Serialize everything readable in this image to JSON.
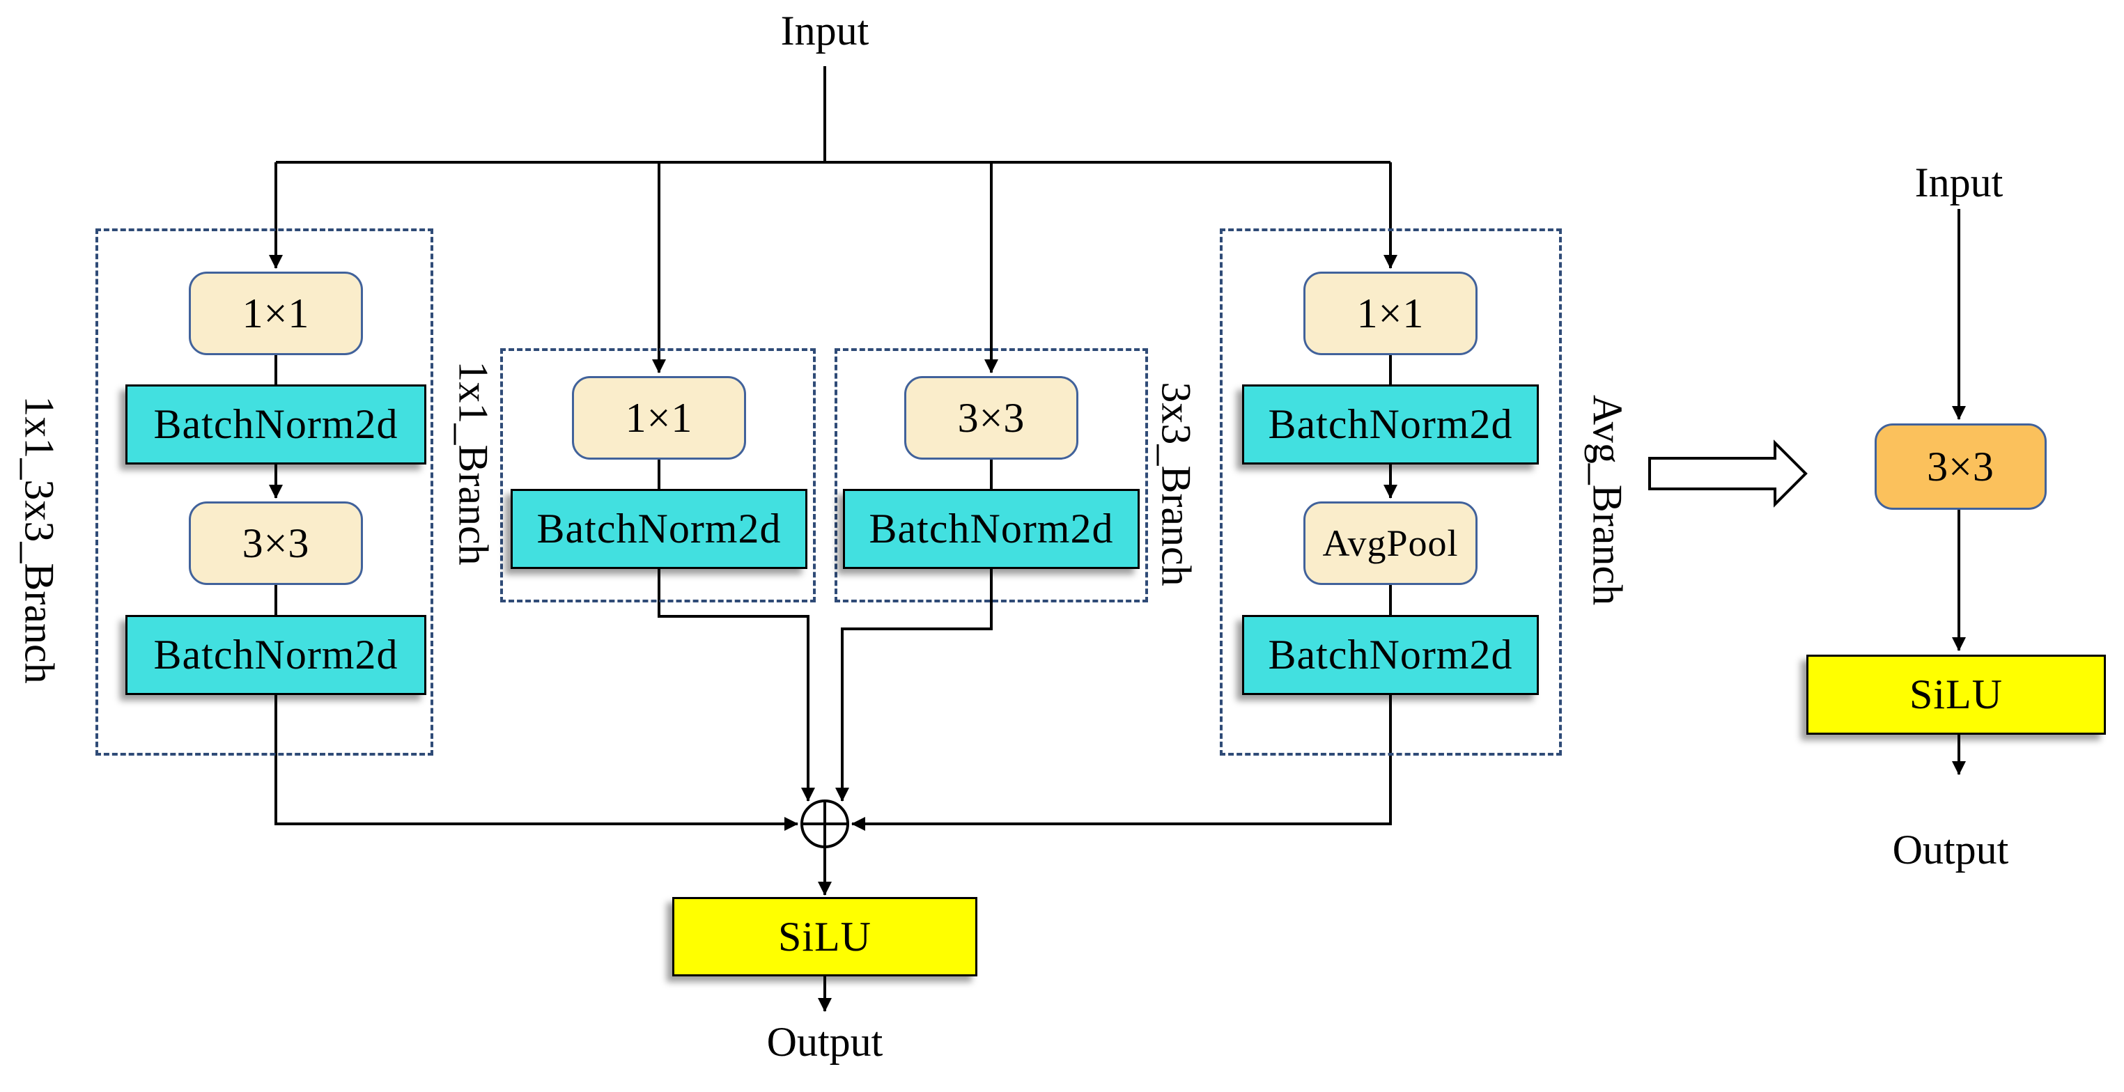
{
  "colors": {
    "background": "#FFFFFF",
    "cream": "#FAEDCB",
    "cyan": "#42E0E0",
    "yellow": "#FFFF00",
    "orange": "#FBC15C",
    "edge_blue": "#41629B",
    "dash_blue": "#2F4B77",
    "line": "#000000"
  },
  "multi_branch": {
    "input_label": "Input",
    "output_label": "Output",
    "merge_silu_label": "SiLU",
    "merge_icon": "circle-plus",
    "branches": [
      {
        "name": "1x1_3x3_Branch",
        "blocks": [
          "1×1",
          "BatchNorm2d",
          "3×3",
          "BatchNorm2d"
        ]
      },
      {
        "name": "1x1_Branch",
        "blocks": [
          "1×1",
          "BatchNorm2d"
        ]
      },
      {
        "name": "3x3_Branch",
        "blocks": [
          "3×3",
          "BatchNorm2d"
        ]
      },
      {
        "name": "Avg_Branch",
        "blocks": [
          "1×1",
          "BatchNorm2d",
          "AvgPool",
          "BatchNorm2d"
        ]
      }
    ]
  },
  "reparam": {
    "input_label": "Input",
    "conv_label": "3×3",
    "silu_label": "SiLU",
    "output_label": "Output"
  }
}
